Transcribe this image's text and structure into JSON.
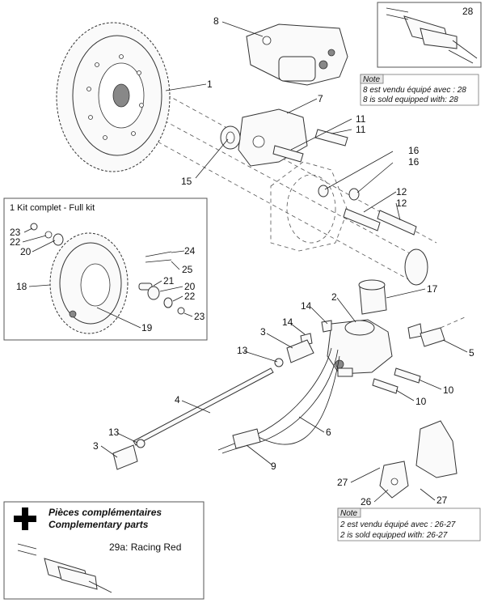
{
  "callouts": {
    "c1": "1",
    "c2": "2",
    "c3a": "3",
    "c3b": "3",
    "c4": "4",
    "c5": "5",
    "c6": "6",
    "c7": "7",
    "c8": "8",
    "c9": "9",
    "c10a": "10",
    "c10b": "10",
    "c11a": "11",
    "c11b": "11",
    "c12a": "12",
    "c12b": "12",
    "c13a": "13",
    "c13b": "13",
    "c14a": "14",
    "c14b": "14",
    "c15": "15",
    "c16a": "16",
    "c16b": "16",
    "c17": "17",
    "c18": "18",
    "c19": "19",
    "c20a": "20",
    "c20b": "20",
    "c21": "21",
    "c22a": "22",
    "c22b": "22",
    "c23a": "23",
    "c23b": "23",
    "c24": "24",
    "c25": "25",
    "c26": "26",
    "c27a": "27",
    "c27b": "27",
    "c28": "28"
  },
  "note_top": {
    "title": "Note",
    "line_fr": "8 est vendu équipé avec : 28",
    "line_en": "8 is sold equipped with: 28"
  },
  "note_bottom": {
    "title": "Note",
    "line_fr": "2 est vendu équipé avec : 26-27",
    "line_en": "2 is sold equipped with: 26-27"
  },
  "kit_box": {
    "title": "1 Kit complet - Full kit"
  },
  "complementary_box": {
    "title_fr": "Pièces complémentaires",
    "title_en": "Complementary parts",
    "variant": "29a: Racing Red"
  }
}
